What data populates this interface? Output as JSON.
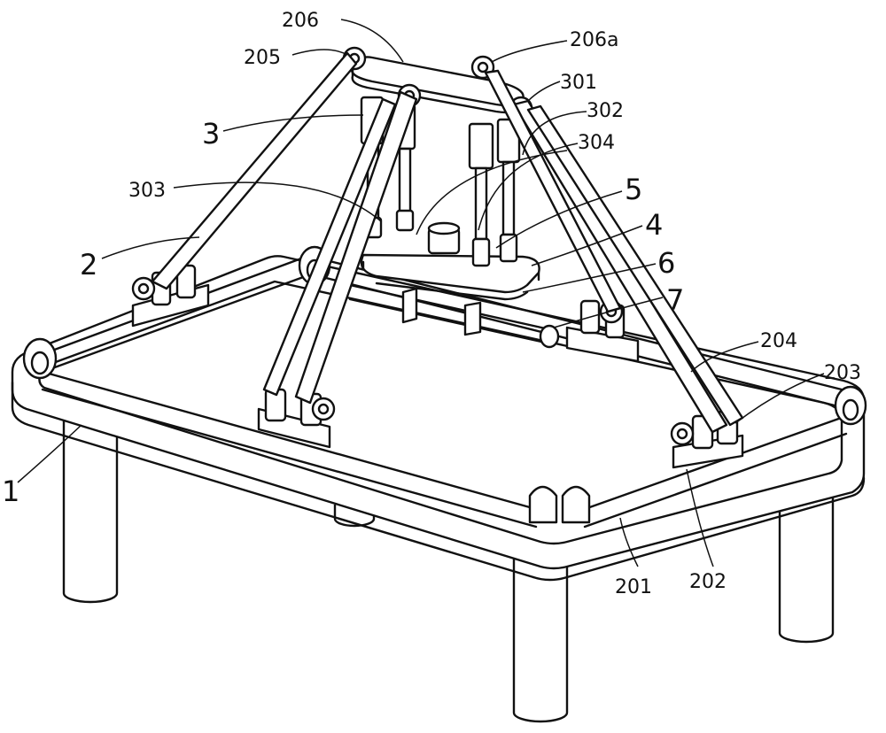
{
  "labels": {
    "l206": "206",
    "l206a": "206a",
    "l205": "205",
    "l301": "301",
    "l302": "302",
    "l3": "3",
    "l304": "304",
    "l303": "303",
    "l5": "5",
    "l4": "4",
    "l2": "2",
    "l6": "6",
    "l7": "7",
    "l204": "204",
    "l203": "203",
    "l1": "1",
    "l201": "201",
    "l202": "202"
  }
}
